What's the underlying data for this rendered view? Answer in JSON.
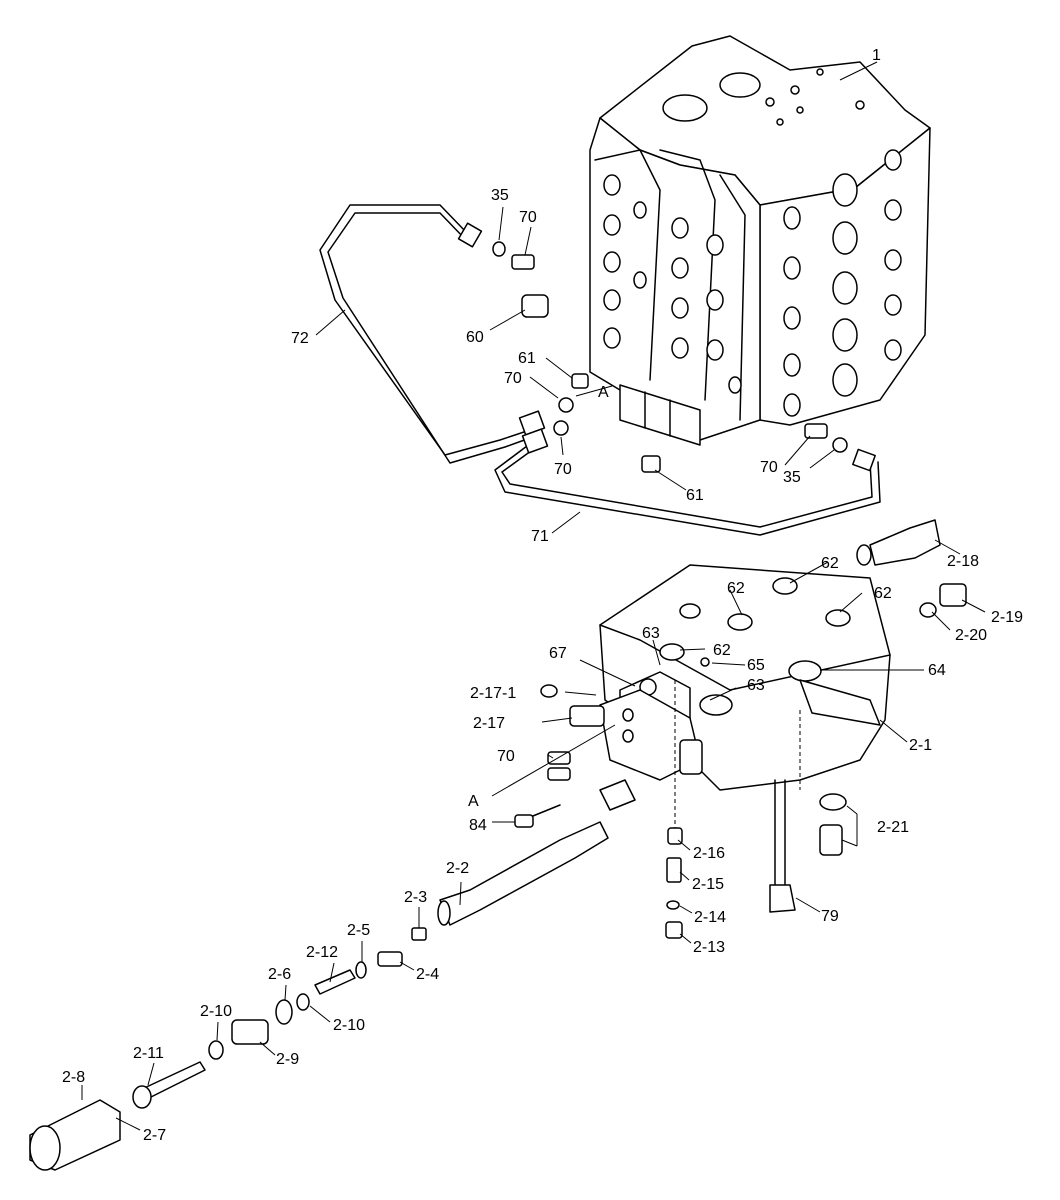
{
  "labels": {
    "1": "1",
    "35a": "35",
    "70a": "70",
    "72": "72",
    "60": "60",
    "61a": "61",
    "70b": "70",
    "A1": "A",
    "70c": "70",
    "70d": "70",
    "35b": "35",
    "61b": "61",
    "71": "71",
    "2_18": "2-18",
    "62a": "62",
    "62b": "62",
    "62c": "62",
    "2_19": "2-19",
    "2_20": "2-20",
    "63a": "63",
    "62d": "62",
    "67": "67",
    "65": "65",
    "64": "64",
    "2_17_1": "2-17-1",
    "63b": "63",
    "2_17": "2-17",
    "2_1": "2-1",
    "70e": "70",
    "A2": "A",
    "84": "84",
    "2_21": "2-21",
    "2_16": "2-16",
    "2_15": "2-15",
    "2_14": "2-14",
    "2_13": "2-13",
    "79": "79",
    "2_2": "2-2",
    "2_3": "2-3",
    "2_5": "2-5",
    "2_12": "2-12",
    "2_4": "2-4",
    "2_6": "2-6",
    "2_10a": "2-10",
    "2_10b": "2-10",
    "2_9": "2-9",
    "2_11": "2-11",
    "2_8": "2-8",
    "2_7": "2-7"
  }
}
